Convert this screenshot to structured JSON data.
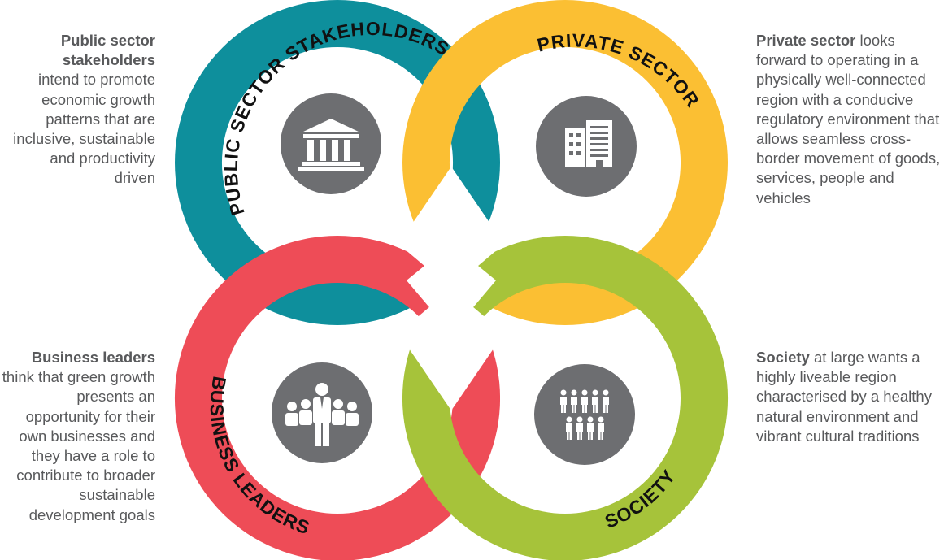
{
  "colors": {
    "public_sector": "#0e8f9c",
    "private_sector": "#fbbf33",
    "business_leaders": "#ee4c57",
    "society": "#a6c33a",
    "icon_circle": "#6d6e71",
    "text": "#58595b"
  },
  "rings": {
    "public_sector": {
      "label": "PUBLIC SECTOR STAKEHOLDERS",
      "icon": "government-building-icon"
    },
    "private_sector": {
      "label": "PRIVATE SECTOR",
      "icon": "office-buildings-icon"
    },
    "business_leaders": {
      "label": "BUSINESS LEADERS",
      "icon": "business-people-icon"
    },
    "society": {
      "label": "SOCIETY",
      "icon": "crowd-icon"
    }
  },
  "descriptions": {
    "public_sector": {
      "title": "Public sector stakeholders",
      "text": "intend to promote economic growth patterns that are inclusive, sustainable and productivity driven"
    },
    "private_sector": {
      "title": "Private sector",
      "text": "looks forward to operating in a physically well-connected region with a conducive regulatory environment that allows seamless cross-border movement of goods, services, people and vehicles"
    },
    "business_leaders": {
      "title": "Business leaders",
      "text": "think that green growth presents an opportunity for their own businesses and they have a role to contribute to broader sustainable development goals"
    },
    "society": {
      "title": "Society",
      "text": "at large wants a highly liveable region characterised by a healthy natural environment and vibrant cultural traditions"
    }
  }
}
